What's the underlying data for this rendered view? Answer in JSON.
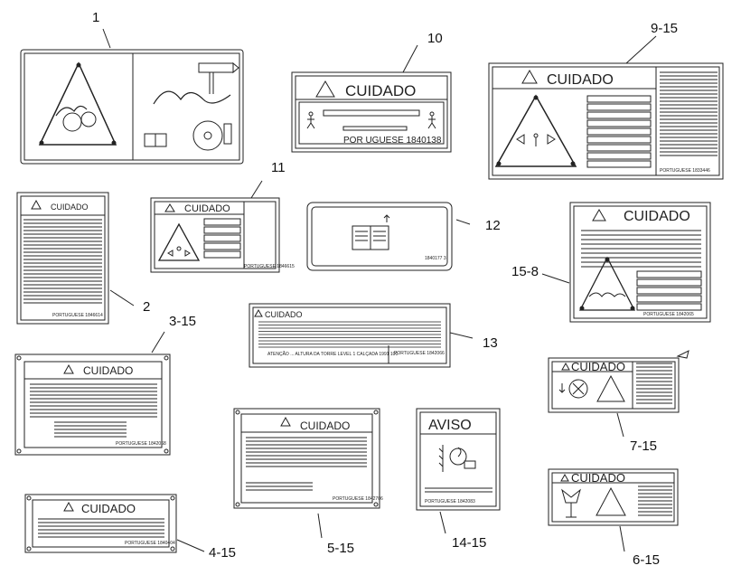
{
  "callouts": {
    "c1": "1",
    "c2": "2",
    "c3": "3-15",
    "c4": "4-15",
    "c5": "5-15",
    "c6": "6-15",
    "c7": "7-15",
    "c8": "15-8",
    "c9": "9-15",
    "c10": "10",
    "c11": "11",
    "c12": "12",
    "c13": "13",
    "c14": "14-15"
  },
  "decals": {
    "cuidado": "CUIDADO",
    "aviso": "AVISO",
    "d10_part": "POR UGUESE 1840138",
    "d9_part": "PORTUGUESE 1833446",
    "d2_part": "PORTUGUESE 1846614",
    "d11_part": "PORTUGUESE 1846615",
    "d12_part": "1840177 3",
    "d3_part": "PORTUGUESE 1842068",
    "d8_part": "PORTUGUESE 1842065",
    "d5_part": "PORTUGUESE 1842706",
    "d14_part": "PORTUGUESE 1842083",
    "d4_part": "PORTUGUESE 1840404",
    "d13_line1": "ATENÇÃO ... ALTURA DA TORRE LEVEL 1 CALÇADA 1991 100",
    "d13_footer": "PORTUGUESE 1842066"
  }
}
